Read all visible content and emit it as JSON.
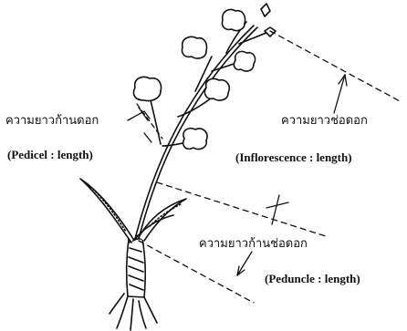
{
  "labels": {
    "pedicel_th": "ความยาวก้านดอก",
    "pedicel_en": "(Pedicel : length)",
    "inflorescence_th": "ความยาวช่อดอก",
    "inflorescence_en": "(Inflorescence  :  length)",
    "peduncle_th": "ความยาวก้านช่อดอก",
    "peduncle_en": "(Peduncle  :  length)"
  },
  "colors": {
    "ink": "#111111",
    "background": "#ffffff"
  }
}
